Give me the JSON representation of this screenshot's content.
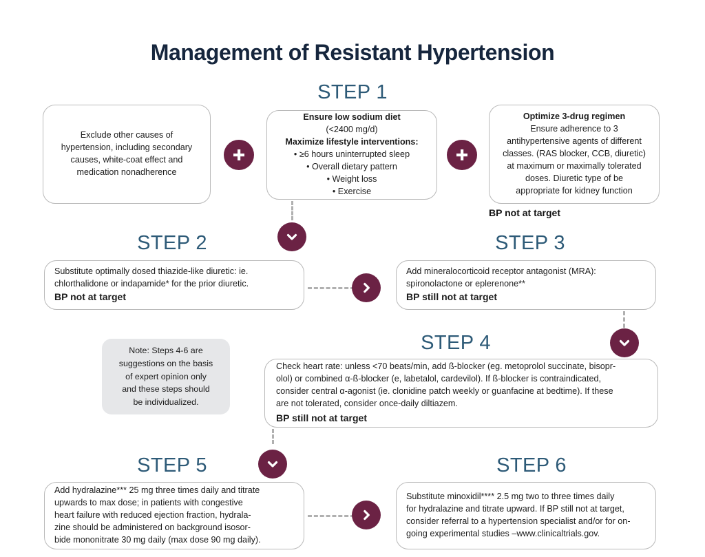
{
  "title": "Management of Resistant Hypertension",
  "colors": {
    "title": "#16263d",
    "step_label": "#2d5a77",
    "badge": "#6b2244",
    "box_border": "#b9b9b9",
    "note_bg": "#e6e7e9",
    "dash": "#b0b0b0"
  },
  "steps": {
    "step1": {
      "label": "STEP 1",
      "box_a": {
        "lines": [
          "Exclude other causes of",
          "hypertension, including secondary",
          "causes, white-coat effect and",
          "medication nonadherence"
        ]
      },
      "box_b": {
        "heading1": "Ensure low sodium diet",
        "sub1": "(<2400 mg/d)",
        "heading2": "Maximize lifestyle interventions:",
        "bullets": [
          "• ≥6 hours uninterrupted sleep",
          "• Overall dietary pattern",
          "• Weight loss",
          "• Exercise"
        ]
      },
      "box_c": {
        "heading": "Optimize 3-drug regimen",
        "lines": [
          "Ensure adherence to 3",
          "antihypertensive agents of different",
          "classes. (RAS blocker, CCB, diuretic)",
          "at maximum or maximally tolerated",
          "doses. Diuretic type of be",
          "appropriate for kidney function"
        ]
      },
      "status": "BP not at target"
    },
    "step2": {
      "label": "STEP 2",
      "lines": [
        "Substitute optimally dosed thiazide-like diuretic: ie.",
        "chlorthalidone or indapamide* for the prior diuretic."
      ],
      "status": "BP not at target"
    },
    "step3": {
      "label": "STEP 3",
      "lines": [
        "Add mineralocorticoid receptor antagonist (MRA):",
        "spironolactone or eplerenone**"
      ],
      "status": "BP still not at target"
    },
    "step4": {
      "label": "STEP 4",
      "lines": [
        "Check heart rate: unless <70 beats/min, add ß-blocker (eg. metoprolol succinate, bisopr-",
        "olol) or combined α-ß-blocker (e, labetalol, cardevilol). If ß-blocker is contraindicated,",
        "consider central α-agonist (ie. clonidine patch weekly or guanfacine at bedtime). If these",
        "are not tolerated, consider once-daily diltiazem."
      ],
      "status": "BP still not at target"
    },
    "step5": {
      "label": "STEP 5",
      "lines": [
        "Add hydralazine*** 25 mg three times daily and titrate",
        "upwards to max dose; in patients with congestive",
        "heart failure with reduced ejection fraction, hydrala-",
        "zine should be administered on background isosor-",
        "bide mononitrate 30 mg daily (max dose 90 mg daily)."
      ]
    },
    "step6": {
      "label": "STEP 6",
      "lines": [
        "Substitute minoxidil**** 2.5 mg two to three times daily",
        "for hydralazine and titrate upward. If BP still not at target,",
        "consider referral to a hypertension specialist and/or for on-",
        "going experimental studies –www.clinicaltrials.gov."
      ]
    }
  },
  "note": {
    "lines": [
      "Note: Steps 4-6 are",
      "suggestions on the basis",
      "of expert opinion only",
      "and these steps should",
      "be individualized."
    ]
  },
  "connectors": {
    "plus1": "plus-icon",
    "plus2": "plus-icon",
    "chev1": "chevron-down-icon",
    "chev2": "chevron-right-icon",
    "chev3": "chevron-down-icon",
    "chev4": "chevron-down-icon",
    "chev5": "chevron-right-icon"
  }
}
